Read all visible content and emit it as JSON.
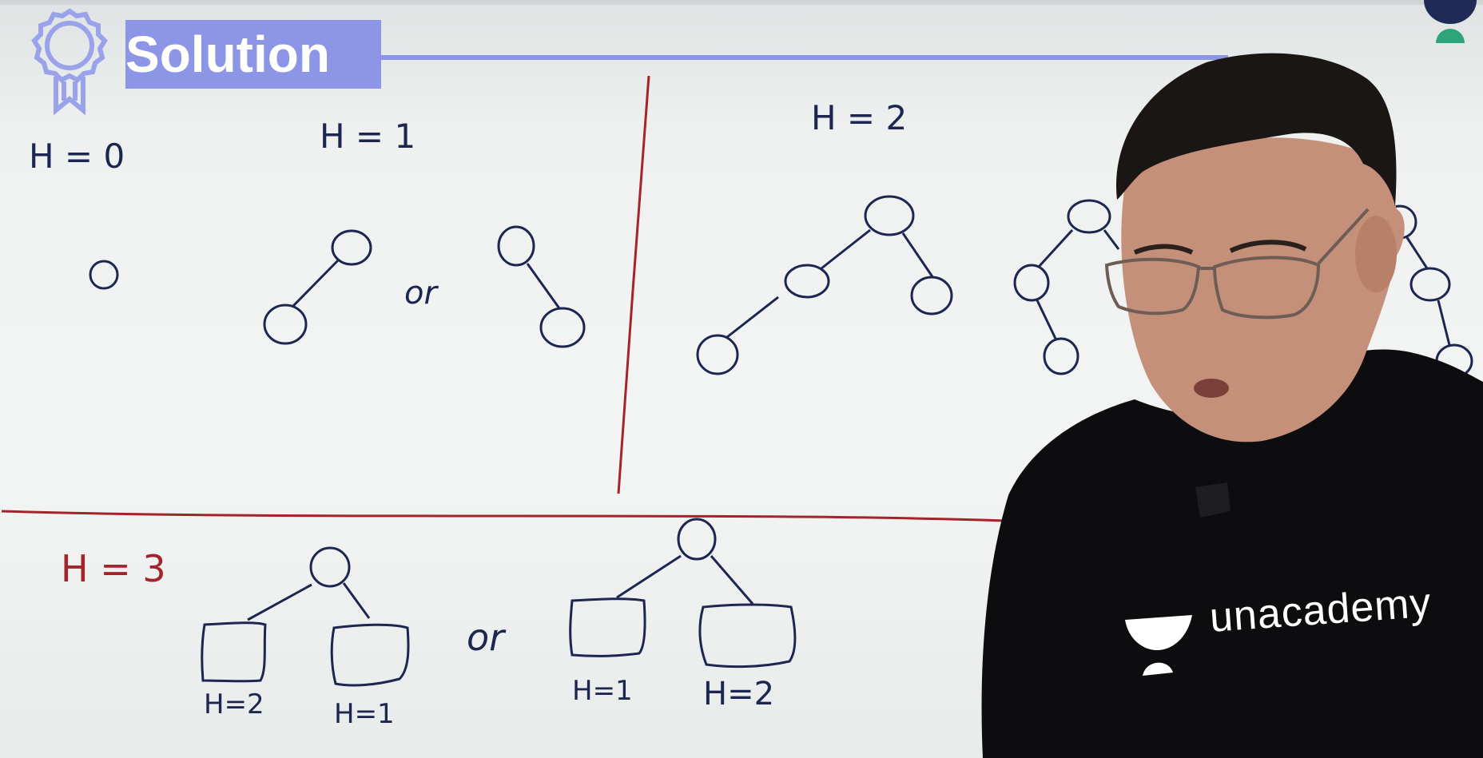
{
  "header": {
    "title": "Solution"
  },
  "board": {
    "labels": {
      "h0": "H = 0",
      "h1": "H = 1",
      "h2": "H = 2",
      "h3": "H = 3",
      "or_top": "or",
      "or_bottom": "or",
      "sub_h2_left": "H=2",
      "sub_h1_left": "H=1",
      "sub_h1_right": "H=1",
      "sub_h2_right": "H=2"
    }
  },
  "presenter": {
    "brand_text": "unacademy"
  },
  "colors": {
    "accent": "#8c95e6",
    "ink": "#1d2650",
    "red_ink": "#a3252b",
    "shirt": "#0d0d0f"
  }
}
